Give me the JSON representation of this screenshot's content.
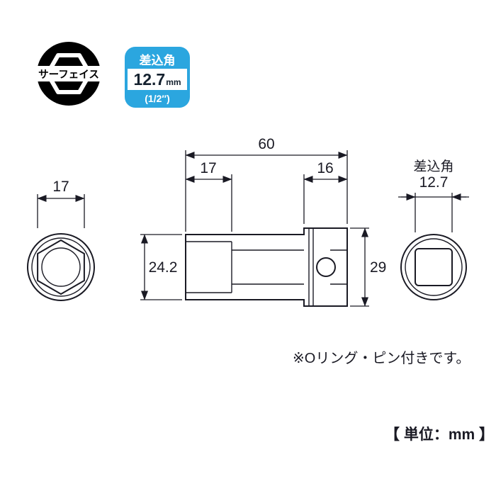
{
  "colors": {
    "line": "#1a1a24",
    "badge_blue": "#2BA6DF",
    "badge_black": "#000000",
    "white": "#ffffff"
  },
  "surface_badge": {
    "label": "サーフェイス"
  },
  "drive_badge": {
    "title": "差込角",
    "size": "12.7",
    "size_unit": "mm",
    "inch": "(1/2″)"
  },
  "diagram": {
    "overall_length": "60",
    "front_depth": "17",
    "drive_length": "16",
    "hex_width": "17",
    "body_od": "24.2",
    "drive_od": "29",
    "rear_dim_title": "差込角",
    "rear_dim_value": "12.7"
  },
  "note": "※Oリング・ピン付きです。",
  "unit_note": "【 単位：mm 】"
}
